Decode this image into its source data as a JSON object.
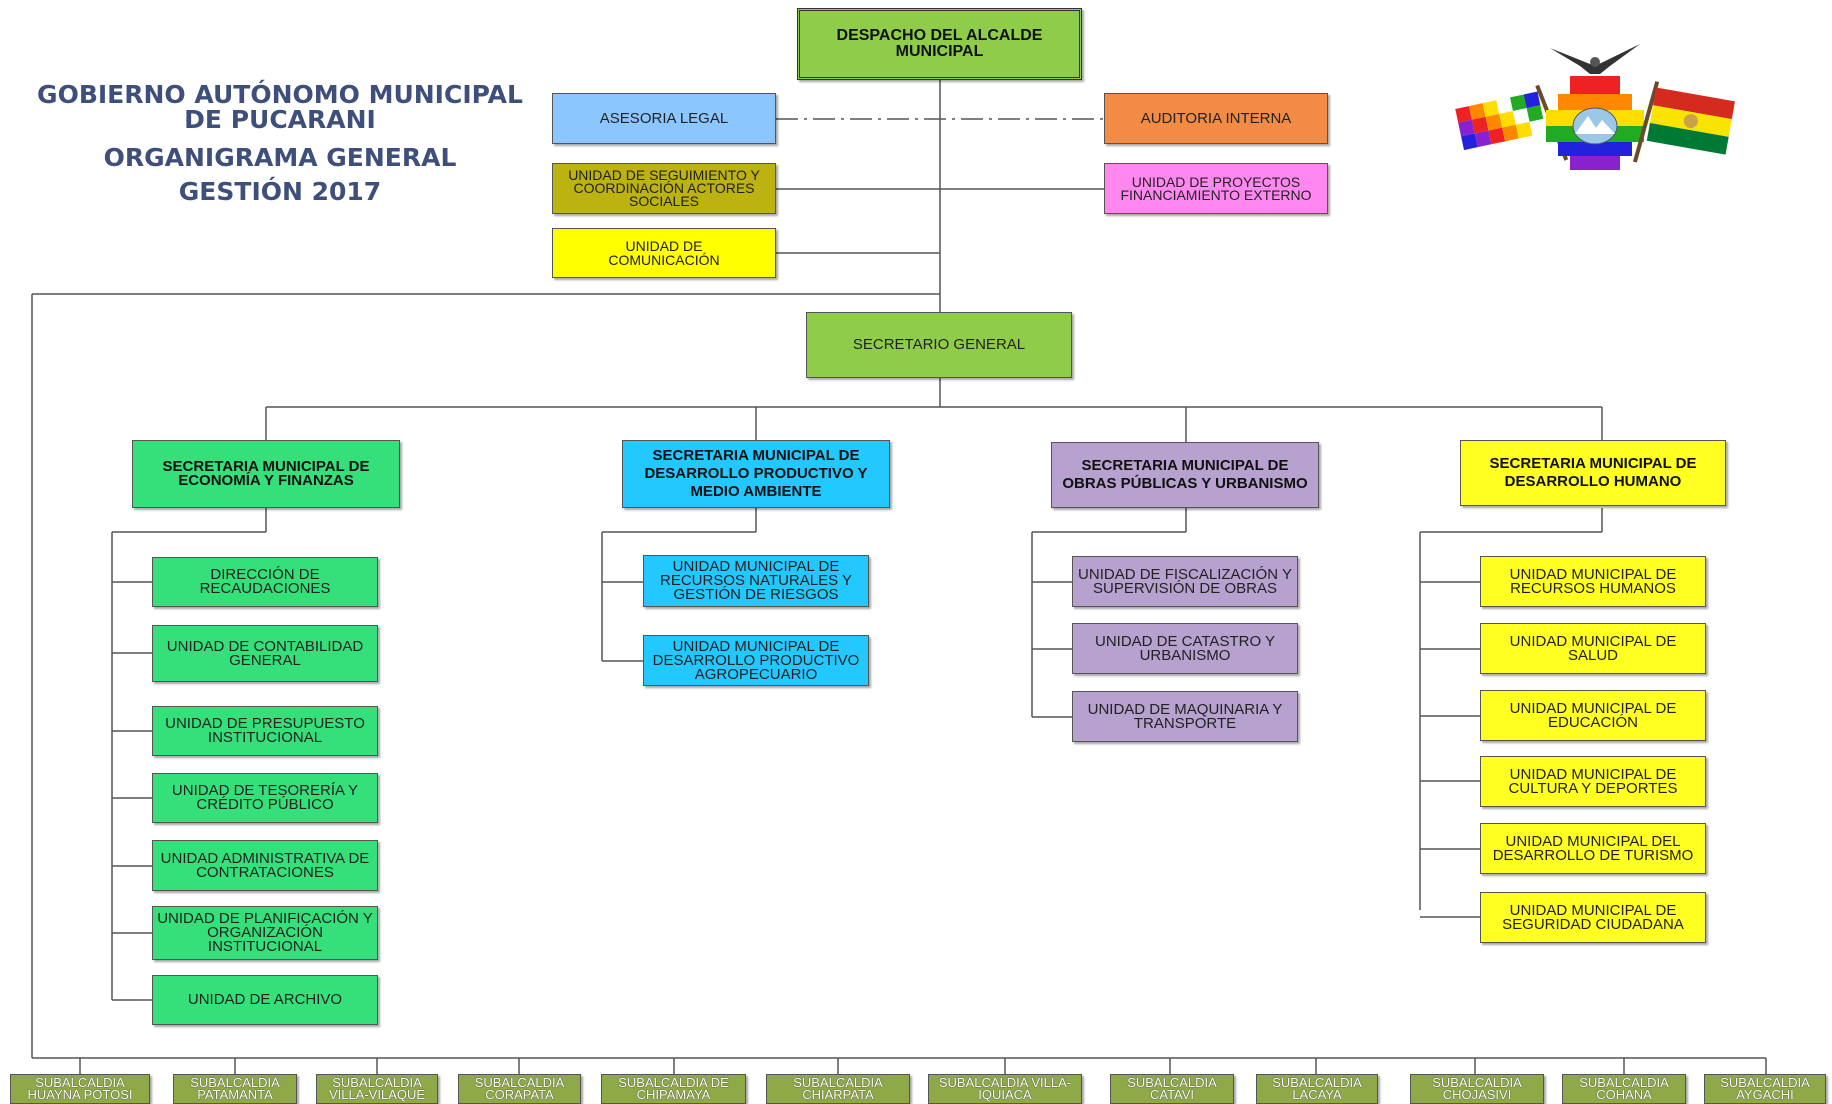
{
  "header": {
    "line1": "GOBIERNO AUTÓNOMO MUNICIPAL",
    "line2": "DE PUCARANI",
    "line3": "ORGANIGRAMA GENERAL",
    "line4": "GESTIÓN 2017"
  },
  "colors": {
    "title_text": "#3d4f7a",
    "despacho": "#8fcc4a",
    "economia": "#35e07a",
    "productivo": "#22c8ff",
    "obras": "#b6a1cf",
    "humano": "#ffff22",
    "subalcaldia": "#8fa848"
  },
  "nodes": {
    "despacho": "DESPACHO DEL ALCALDE MUNICIPAL",
    "asesoria": "ASESORIA LEGAL",
    "auditoria": "AUDITORIA INTERNA",
    "seguimiento": "UNIDAD DE SEGUIMIENTO Y COORDINACIÓN ACTORES SOCIALES",
    "proyectos": "UNIDAD DE PROYECTOS FINANCIAMIENTO EXTERNO",
    "comunicacion": "UNIDAD DE COMUNICACIÓN",
    "secretario": "SECRETARIO GENERAL"
  },
  "secretarias": [
    {
      "title": "SECRETARIA MUNICIPAL DE ECONOMÍA Y FINANZAS",
      "units": [
        "DIRECCIÓN DE RECAUDACIONES",
        "UNIDAD DE CONTABILIDAD GENERAL",
        "UNIDAD DE PRESUPUESTO INSTITUCIONAL",
        "UNIDAD DE TESORERÍA Y CRÉDITO PÚBLICO",
        "UNIDAD ADMINISTRATIVA DE CONTRATACIONES",
        "UNIDAD DE PLANIFICACIÓN Y ORGANIZACIÓN INSTITUCIONAL",
        "UNIDAD DE ARCHIVO"
      ]
    },
    {
      "title": "SECRETARIA MUNICIPAL DE DESARROLLO PRODUCTIVO Y MEDIO AMBIENTE",
      "units": [
        "UNIDAD MUNICIPAL DE RECURSOS NATURALES Y GESTIÓN DE RIESGOS",
        "UNIDAD MUNICIPAL DE DESARROLLO PRODUCTIVO AGROPECUARIO"
      ]
    },
    {
      "title": "SECRETARIA MUNICIPAL DE OBRAS PÚBLICAS Y URBANISMO",
      "units": [
        "UNIDAD DE FISCALIZACIÓN Y SUPERVISIÓN DE OBRAS",
        "UNIDAD DE CATASTRO Y URBANISMO",
        "UNIDAD DE MAQUINARIA Y TRANSPORTE"
      ]
    },
    {
      "title": "SECRETARIA MUNICIPAL DE DESARROLLO HUMANO",
      "units": [
        "UNIDAD MUNICIPAL DE RECURSOS HUMANOS",
        "UNIDAD MUNICIPAL DE SALUD",
        "UNIDAD MUNICIPAL DE EDUCACIÓN",
        "UNIDAD MUNICIPAL DE CULTURA Y DEPORTES",
        "UNIDAD MUNICIPAL DEL DESARROLLO DE TURISMO",
        "UNIDAD MUNICIPAL DE SEGURIDAD CIUDADANA"
      ]
    }
  ],
  "subalcaldias": [
    "SUBALCALDIA HUAYNA POTOSI",
    "SUBALCALDIA PATAMANTA",
    "SUBALCALDIA VILLA-VILAQUE",
    "SUBALCALDIA CORAPATA",
    "SUBALCALDIA DE CHIPAMAYA",
    "SUBALCALDIA CHIARPATA",
    "SUBALCALDIA VILLA-IQUIACA",
    "SUBALCALDIA CATAVI",
    "SUBALCALDIA LACAYA",
    "SUBALCALDIA CHOJASIVI",
    "SUBALCALDIA COHANA",
    "SUBALCALDIA AYGACHI"
  ]
}
